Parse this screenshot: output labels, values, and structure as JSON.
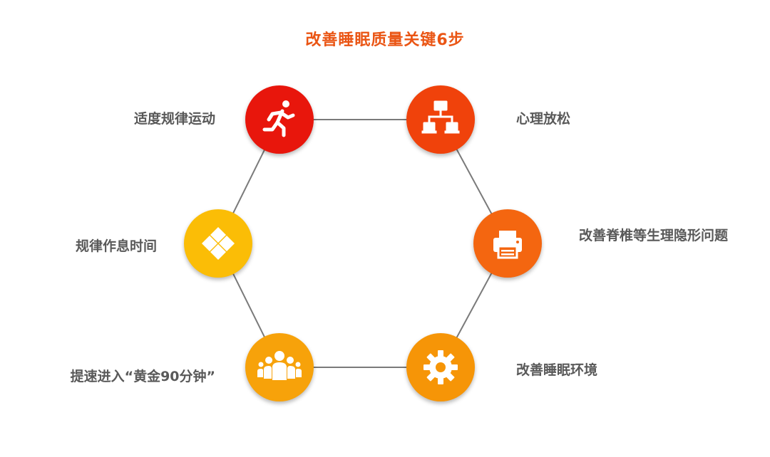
{
  "title": "改善睡眠质量关键6步",
  "steps": [
    {
      "label": "适度规律运动",
      "icon": "running-person-icon",
      "color": "#e8160c"
    },
    {
      "label": "心理放松",
      "icon": "network-hierarchy-icon",
      "color": "#f0420b"
    },
    {
      "label": "改善脊椎等生理隐形问题",
      "icon": "printer-icon",
      "color": "#f46610"
    },
    {
      "label": "改善睡眠环境",
      "icon": "gear-icon",
      "color": "#f69507"
    },
    {
      "label": "提速进入“黄金90分钟”",
      "icon": "group-people-icon",
      "color": "#f7a20a"
    },
    {
      "label": "规律作息时间",
      "icon": "diamond-pattern-icon",
      "color": "#fbbd06"
    }
  ],
  "colors": {
    "title": "#ea5514",
    "label": "#595959",
    "edge": "#7a7a7a"
  }
}
